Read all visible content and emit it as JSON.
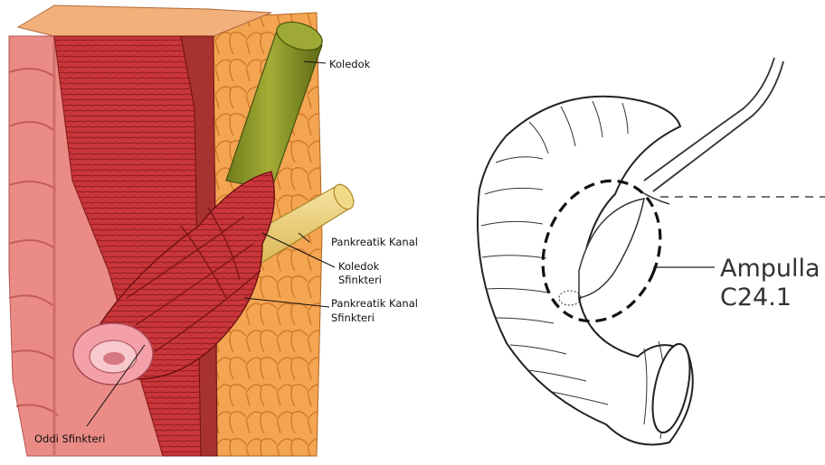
{
  "left_figure": {
    "labels": {
      "koledok": "Koledok",
      "pankreatik_kanal": "Pankreatik Kanal",
      "koledok_sfinkteri_1": "Koledok",
      "koledok_sfinkteri_2": "Sfinkteri",
      "pankreatik_kanal_sfinkteri_1": "Pankreatik Kanal",
      "pankreatik_kanal_sfinkteri_2": "Sfinkteri",
      "oddi_sfinkteri": "Oddi Sfinkteri"
    }
  },
  "right_figure": {
    "labels": {
      "ampulla": "Ampulla",
      "code": "C24.1"
    }
  },
  "colors": {
    "duodenum_wall": "#e98a86",
    "muscle": "#c8373a",
    "bile_duct": "#8e9b2a",
    "pancreatic_duct": "#efd27a",
    "fat": "#f0a050"
  }
}
